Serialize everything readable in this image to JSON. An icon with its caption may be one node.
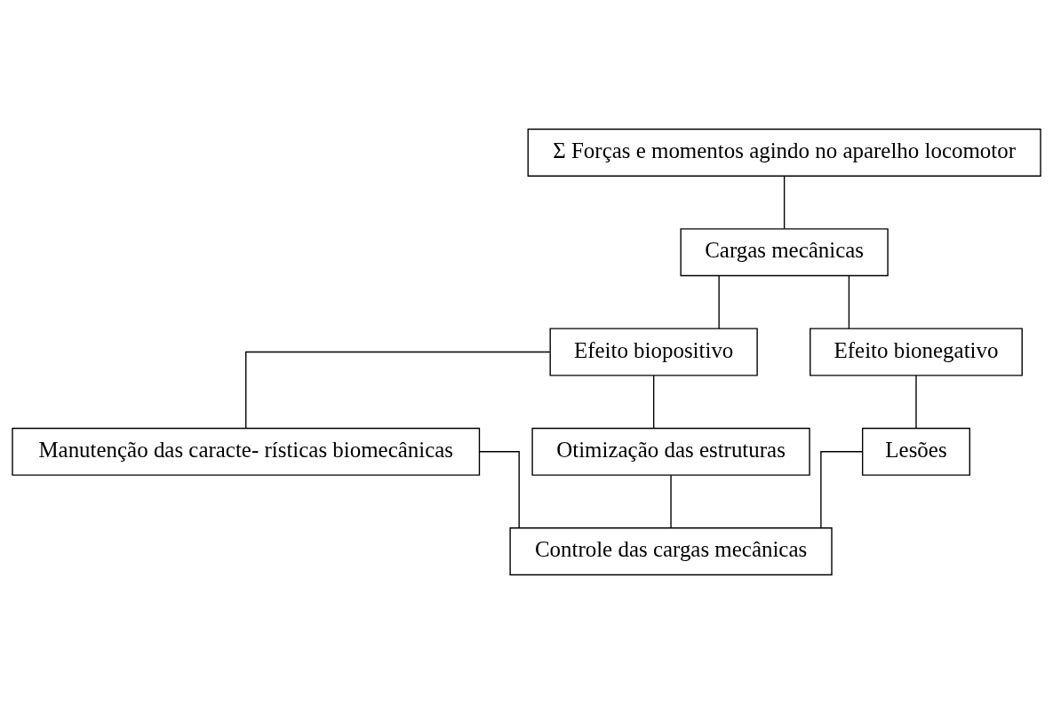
{
  "diagram": {
    "nodes": [
      {
        "text": [
          "Σ Forças e momentos agindo no aparelho locomotor"
        ]
      },
      {
        "text": [
          "Cargas mecânicas"
        ]
      },
      {
        "text": [
          "Efeito biopositivo"
        ]
      },
      {
        "text": [
          "Efeito bionegativo"
        ]
      },
      {
        "text": [
          "Manutenção das caracte- rísticas biomecânicas"
        ]
      },
      {
        "text": [
          "Otimização das estruturas"
        ]
      },
      {
        "text": [
          "Lesões"
        ]
      },
      {
        "text": [
          "Controle das cargas mecânicas"
        ]
      }
    ],
    "edges": [
      {
        "from": 0,
        "to": 1,
        "arrow": "none"
      },
      {
        "from": 1,
        "to": 2,
        "arrow": "none"
      },
      {
        "from": 1,
        "to": 3,
        "arrow": "none"
      },
      {
        "from": 2,
        "to": 4,
        "arrow": "none"
      },
      {
        "from": 2,
        "to": 5,
        "arrow": "none"
      },
      {
        "from": 3,
        "to": 6,
        "arrow": "none"
      },
      {
        "from": 4,
        "to": 7,
        "arrow": "none"
      },
      {
        "from": 5,
        "to": 7,
        "arrow": "none"
      },
      {
        "from": 6,
        "to": 7,
        "arrow": "none"
      }
    ]
  }
}
